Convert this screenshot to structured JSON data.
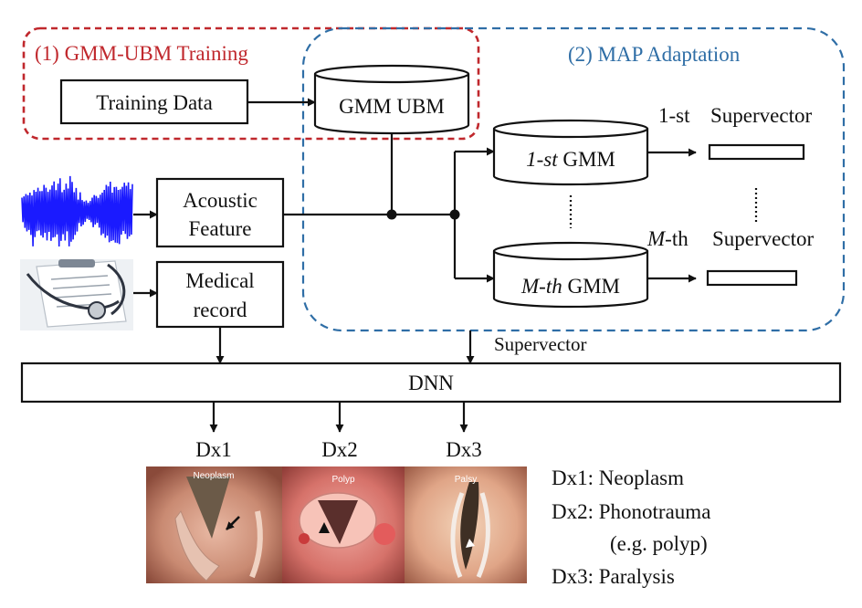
{
  "sections": {
    "training": {
      "label": "(1) GMM-UBM Training",
      "color": "#c0282d"
    },
    "adaptation": {
      "label": "(2) MAP Adaptation",
      "color": "#2f6ea6"
    }
  },
  "nodes": {
    "training_data": "Training  Data",
    "gmm_ubm": "GMM UBM",
    "acoustic_feature": [
      "Acoustic",
      "Feature"
    ],
    "medical_record": [
      "Medical",
      "record"
    ],
    "gmm_first": {
      "italic": "1-st",
      "rest": " GMM"
    },
    "gmm_mth": {
      "italic": "M-th",
      "rest": " GMM"
    },
    "dnn": "DNN"
  },
  "supervectors": {
    "first": {
      "prefix": "1-st",
      "label": "Supervector"
    },
    "mth": {
      "prefix_italic": "M",
      "prefix_rest": "-th",
      "label": "Supervector"
    },
    "input_label": "Supervector"
  },
  "outputs": [
    "Dx1",
    "Dx2",
    "Dx3"
  ],
  "image_captions": [
    "Neoplasm",
    "Polyp",
    "Palsy"
  ],
  "legend": [
    "Dx1: Neoplasm",
    "Dx2: Phonotrauma",
    "(e.g. polyp)",
    "Dx3: Paralysis"
  ],
  "colors": {
    "waveform": "#1a1aff",
    "line": "#111111"
  }
}
